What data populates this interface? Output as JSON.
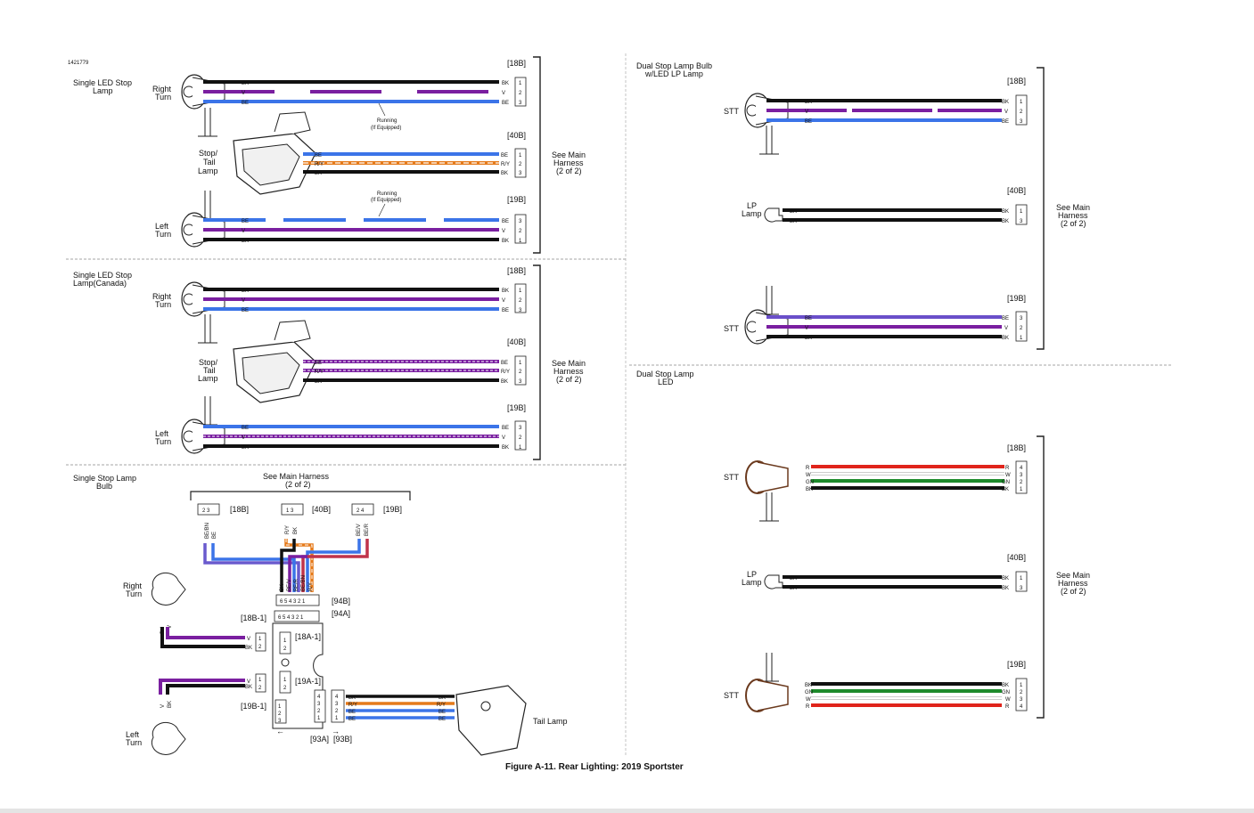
{
  "doc_id": "1421779",
  "figure_caption": "Figure A-11. Rear Lighting: 2019 Sportster",
  "colors": {
    "BK": "#111111",
    "V": "#7a1fa0",
    "BE": "#3b74e8",
    "R": "#e0241b",
    "W": "#ffffff",
    "GN": "#1d8a2b",
    "RY": "#e57a1a",
    "BN": "#6b3a1e",
    "divider": "#888888"
  },
  "see_main": [
    "See Main",
    "Harness",
    "(2 of 2)"
  ],
  "panels": {
    "p1": {
      "title": [
        "Single LED Stop",
        "Lamp"
      ],
      "right_turn": [
        "Right",
        "Turn"
      ],
      "left_turn": [
        "Left",
        "Turn"
      ],
      "stop_tail": [
        "Stop/",
        "Tail",
        "Lamp"
      ],
      "conn_18b": "[18B]",
      "conn_40b": "[40B]",
      "conn_19b": "[19B]",
      "running1": [
        "Running",
        "(If Equipped)"
      ],
      "running2": [
        "Running",
        "(If Equipped)"
      ],
      "wires_a": [
        "BK",
        "V",
        "BE"
      ],
      "pins_a": [
        "1",
        "2",
        "3"
      ],
      "wires_b": [
        "BE",
        "R/Y",
        "BK"
      ],
      "pins_b": [
        "1",
        "2",
        "3"
      ],
      "wires_c": [
        "BE",
        "V",
        "BK"
      ],
      "pins_c": [
        "3",
        "2",
        "1"
      ]
    },
    "p2": {
      "title": [
        "Single LED Stop",
        "Lamp(Canada)"
      ],
      "right_turn": [
        "Right",
        "Turn"
      ],
      "left_turn": [
        "Left",
        "Turn"
      ],
      "stop_tail": [
        "Stop/",
        "Tail",
        "Lamp"
      ],
      "conn_18b": "[18B]",
      "conn_40b": "[40B]",
      "conn_19b": "[19B]"
    },
    "p3": {
      "title": [
        "Single Stop Lamp",
        "Bulb"
      ],
      "see_main": [
        "See Main Harness",
        "(2 of 2)"
      ],
      "c18b": "[18B]",
      "c40b": "[40B]",
      "c19b": "[19B]",
      "c18b_pins": "2 3",
      "c40b_pins": "1 3",
      "c19b_pins": "2 4",
      "w18b": [
        "BE/BN",
        "BE"
      ],
      "w40b": [
        "R/Y",
        "BK"
      ],
      "w19b": [
        "BE/V",
        "BE/R"
      ],
      "c94b": "[94B]",
      "c94a": "[94A]",
      "pins6": "6 5 4 3 2 1",
      "top_wires": [
        "BK",
        "BE/V",
        "BE/R",
        "BE/BN",
        "R/Y"
      ],
      "c18b1": "[18B-1]",
      "c18a1": "[18A-1]",
      "c19a1": "[19A-1]",
      "c19b1": "[19B-1]",
      "c93a": "[93A]",
      "c93b": "[93B]",
      "right_turn": [
        "Right",
        "Turn"
      ],
      "left_turn": [
        "Left",
        "Turn"
      ],
      "tail_lamp": "Tail Lamp",
      "rt_wires": [
        "V",
        "BK"
      ],
      "lt_wires": [
        "V",
        "BK"
      ],
      "tail_wires": [
        "BK",
        "R/Y",
        "BE",
        "BE"
      ],
      "tail_pins": [
        "4",
        "3",
        "2",
        "1"
      ]
    },
    "p4": {
      "title": [
        "Dual Stop Lamp Bulb",
        "w/LED LP Lamp"
      ],
      "stt": "STT",
      "lp": [
        "LP",
        "Lamp"
      ],
      "conn_18b": "[18B]",
      "conn_40b": "[40B]",
      "conn_19b": "[19B]",
      "wires_a": [
        "BK",
        "V",
        "BE"
      ],
      "pins_a": [
        "1",
        "2",
        "3"
      ],
      "wires_b": [
        "BK",
        "BK"
      ],
      "pins_b": [
        "1",
        "3"
      ],
      "wires_c": [
        "BE",
        "V",
        "BK"
      ],
      "pins_c": [
        "3",
        "2",
        "1"
      ]
    },
    "p5": {
      "title": [
        "Dual Stop Lamp",
        "LED"
      ],
      "stt": "STT",
      "lp": [
        "LP",
        "Lamp"
      ],
      "conn_18b": "[18B]",
      "conn_40b": "[40B]",
      "conn_19b": "[19B]",
      "wires_a": [
        "R",
        "W",
        "GN",
        "BK"
      ],
      "pins_a": [
        "4",
        "3",
        "2",
        "1"
      ],
      "wires_b": [
        "BK",
        "BK"
      ],
      "pins_b": [
        "1",
        "3"
      ],
      "wires_c": [
        "BK",
        "GN",
        "W",
        "R"
      ],
      "pins_c": [
        "1",
        "2",
        "3",
        "4"
      ]
    }
  }
}
